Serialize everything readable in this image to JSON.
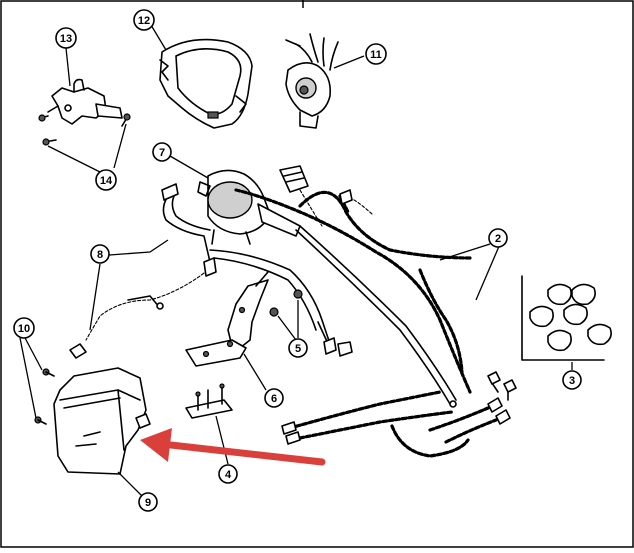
{
  "callouts": [
    {
      "id": "c1",
      "label": "2"
    },
    {
      "id": "c2",
      "label": "3"
    },
    {
      "id": "c3",
      "label": "4"
    },
    {
      "id": "c4",
      "label": "5"
    },
    {
      "id": "c5",
      "label": "6"
    },
    {
      "id": "c6",
      "label": "7"
    },
    {
      "id": "c7",
      "label": "8"
    },
    {
      "id": "c8",
      "label": "9"
    },
    {
      "id": "c9",
      "label": "10"
    },
    {
      "id": "c10",
      "label": "11"
    },
    {
      "id": "c11",
      "label": "12"
    },
    {
      "id": "c12",
      "label": "13"
    },
    {
      "id": "c13",
      "label": "14"
    }
  ],
  "colors": {
    "arrow": "#d9403c",
    "line": "#000000",
    "background": "#ffffff"
  }
}
